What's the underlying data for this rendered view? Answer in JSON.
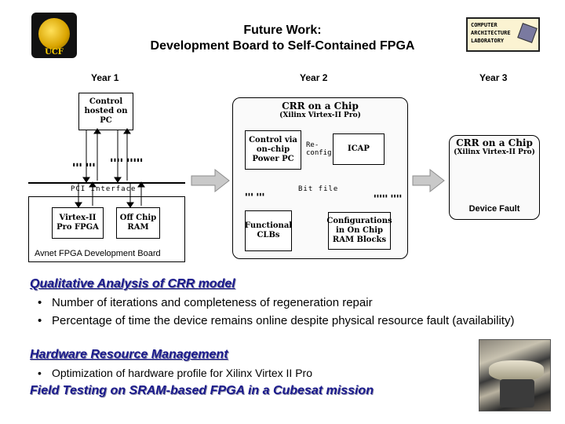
{
  "header": {
    "title_line1": "Future Work:",
    "title_line2": "Development Board to Self-Contained FPGA",
    "logo_left_text": "UCF",
    "logo_right_lines": [
      "COMPUTER",
      "ARCHITECTURE",
      "LABORATORY"
    ]
  },
  "diagram": {
    "years": [
      "Year 1",
      "Year 2",
      "Year 3"
    ],
    "year1": {
      "control_box": "Control hosted on PC",
      "pci_label": "PCI Interface",
      "board_label": "Avnet FPGA Development Board",
      "virtex_box": "Virtex-II Pro FPGA",
      "ram_box": "Off Chip RAM"
    },
    "year2": {
      "chip_title": "CRR on a Chip",
      "chip_subtitle": "(Xilinx Virtex-II Pro)",
      "control_box": "Control via on-chip Power PC",
      "reconfig_label": "Re-config",
      "icap_box": "ICAP",
      "bitfile_label": "Bit file",
      "functional_box": "Functional CLBs",
      "config_box": "Configurations in On Chip RAM Blocks"
    },
    "year3": {
      "chip_title": "CRR on a Chip",
      "chip_subtitle": "(Xilinx Virtex-II Pro)",
      "fault_label": "Device Fault"
    }
  },
  "content": {
    "heading1": "Qualitative Analysis of CRR model",
    "bullet1": "Number of iterations and completeness of regeneration repair",
    "bullet2": "Percentage of time the device remains online despite physical resource fault (availability)",
    "heading2": "Hardware Resource Management",
    "bullet3": "Optimization of hardware profile for Xilinx Virtex II Pro",
    "heading3": "Field Testing on SRAM-based FPGA in a Cubesat mission"
  },
  "colors": {
    "heading": "#1a1a8c",
    "lightning": "#f2e600"
  }
}
